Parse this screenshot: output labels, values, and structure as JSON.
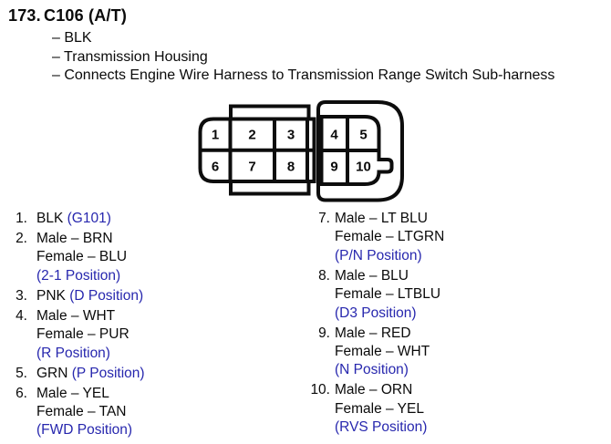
{
  "page": {
    "ink_color": "#0a0a0a",
    "line_color": "#0d0d0d",
    "accent_blue": "#2727ae"
  },
  "header": {
    "index": "173.",
    "title": "C106 (A/T)",
    "bullets": [
      "– BLK",
      "– Transmission Housing",
      "– Connects Engine Wire Harness to Transmission Range Switch Sub-harness"
    ]
  },
  "connector": {
    "pins": [
      "1",
      "2",
      "3",
      "4",
      "5",
      "6",
      "7",
      "8",
      "9",
      "10"
    ]
  },
  "pin_list": {
    "left": [
      {
        "num": "1.",
        "lines": [
          [
            {
              "t": "BLK ",
              "blue": false
            },
            {
              "t": "(G101)",
              "blue": true
            }
          ]
        ]
      },
      {
        "num": "2.",
        "lines": [
          [
            {
              "t": "Male – BRN",
              "blue": false
            }
          ],
          [
            {
              "t": "Female – BLU",
              "blue": false
            }
          ],
          [
            {
              "t": "(2-1 Position)",
              "blue": true
            }
          ]
        ]
      },
      {
        "num": "3.",
        "lines": [
          [
            {
              "t": "PNK ",
              "blue": false
            },
            {
              "t": "(D Position)",
              "blue": true
            }
          ]
        ]
      },
      {
        "num": "4.",
        "lines": [
          [
            {
              "t": "Male – WHT",
              "blue": false
            }
          ],
          [
            {
              "t": "Female – PUR",
              "blue": false
            }
          ],
          [
            {
              "t": "(R Position)",
              "blue": true
            }
          ]
        ]
      },
      {
        "num": "5.",
        "lines": [
          [
            {
              "t": "GRN ",
              "blue": false
            },
            {
              "t": "(P Position)",
              "blue": true
            }
          ]
        ]
      },
      {
        "num": "6.",
        "lines": [
          [
            {
              "t": "Male – YEL",
              "blue": false
            }
          ],
          [
            {
              "t": "Female – TAN",
              "blue": false
            }
          ],
          [
            {
              "t": "(FWD Position)",
              "blue": true
            }
          ]
        ]
      }
    ],
    "right": [
      {
        "num": "7.",
        "lines": [
          [
            {
              "t": "Male – LT BLU",
              "blue": false
            }
          ],
          [
            {
              "t": "Female – LTGRN",
              "blue": false
            }
          ],
          [
            {
              "t": "(P/N Position)",
              "blue": true
            }
          ]
        ]
      },
      {
        "num": "8.",
        "lines": [
          [
            {
              "t": "Male – BLU",
              "blue": false
            }
          ],
          [
            {
              "t": "Female – LTBLU",
              "blue": false
            }
          ],
          [
            {
              "t": "(D3 Position)",
              "blue": true
            }
          ]
        ]
      },
      {
        "num": "9.",
        "lines": [
          [
            {
              "t": "Male – RED",
              "blue": false
            }
          ],
          [
            {
              "t": "Female – WHT",
              "blue": false
            }
          ],
          [
            {
              "t": "(N Position)",
              "blue": true
            }
          ]
        ]
      },
      {
        "num": "10.",
        "lines": [
          [
            {
              "t": "Male – ORN",
              "blue": false
            }
          ],
          [
            {
              "t": "Female – YEL",
              "blue": false
            }
          ],
          [
            {
              "t": "(RVS Position)",
              "blue": true
            }
          ]
        ]
      }
    ]
  }
}
